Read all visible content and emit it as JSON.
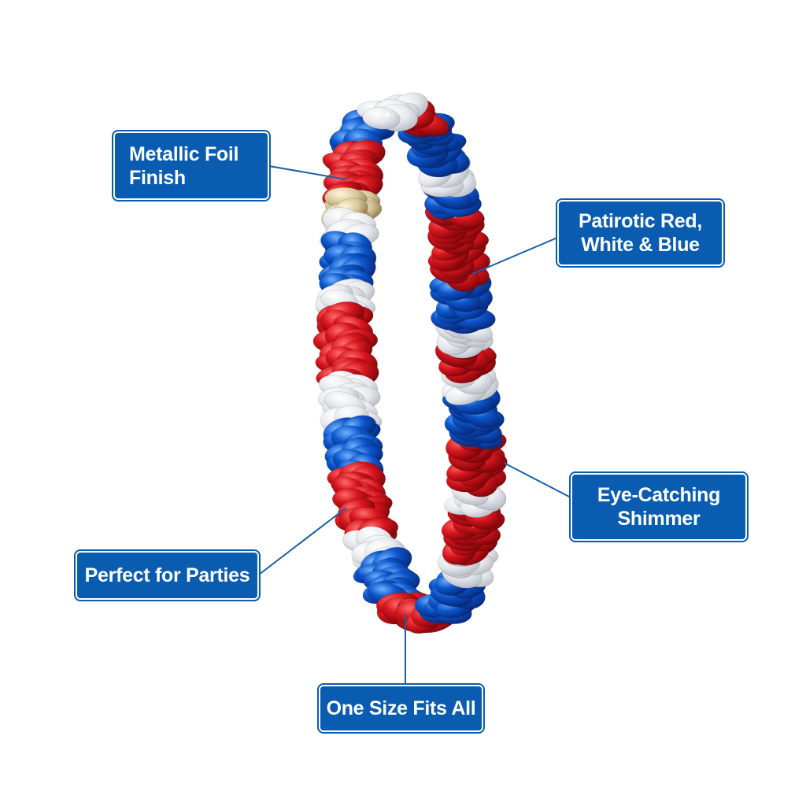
{
  "colors": {
    "callout_fill": "#0a5cb0",
    "callout_text": "#ffffff",
    "leader_line": "#1a5fa8",
    "petal_red": "#c8141e",
    "petal_blue": "#0b52c4",
    "petal_silver": "#e4e6ea"
  },
  "product": {
    "image_icon": "lei-necklace-icon"
  },
  "callouts": {
    "metallic": {
      "line1": "Metallic Foil",
      "line2": "Finish"
    },
    "patriotic": {
      "line1": "Patirotic Red,",
      "line2": "White & Blue"
    },
    "shimmer": {
      "line1": "Eye-Catching",
      "line2": "Shimmer"
    },
    "parties": {
      "line1": "Perfect for Parties"
    },
    "size": {
      "line1": "One Size Fits All"
    }
  }
}
